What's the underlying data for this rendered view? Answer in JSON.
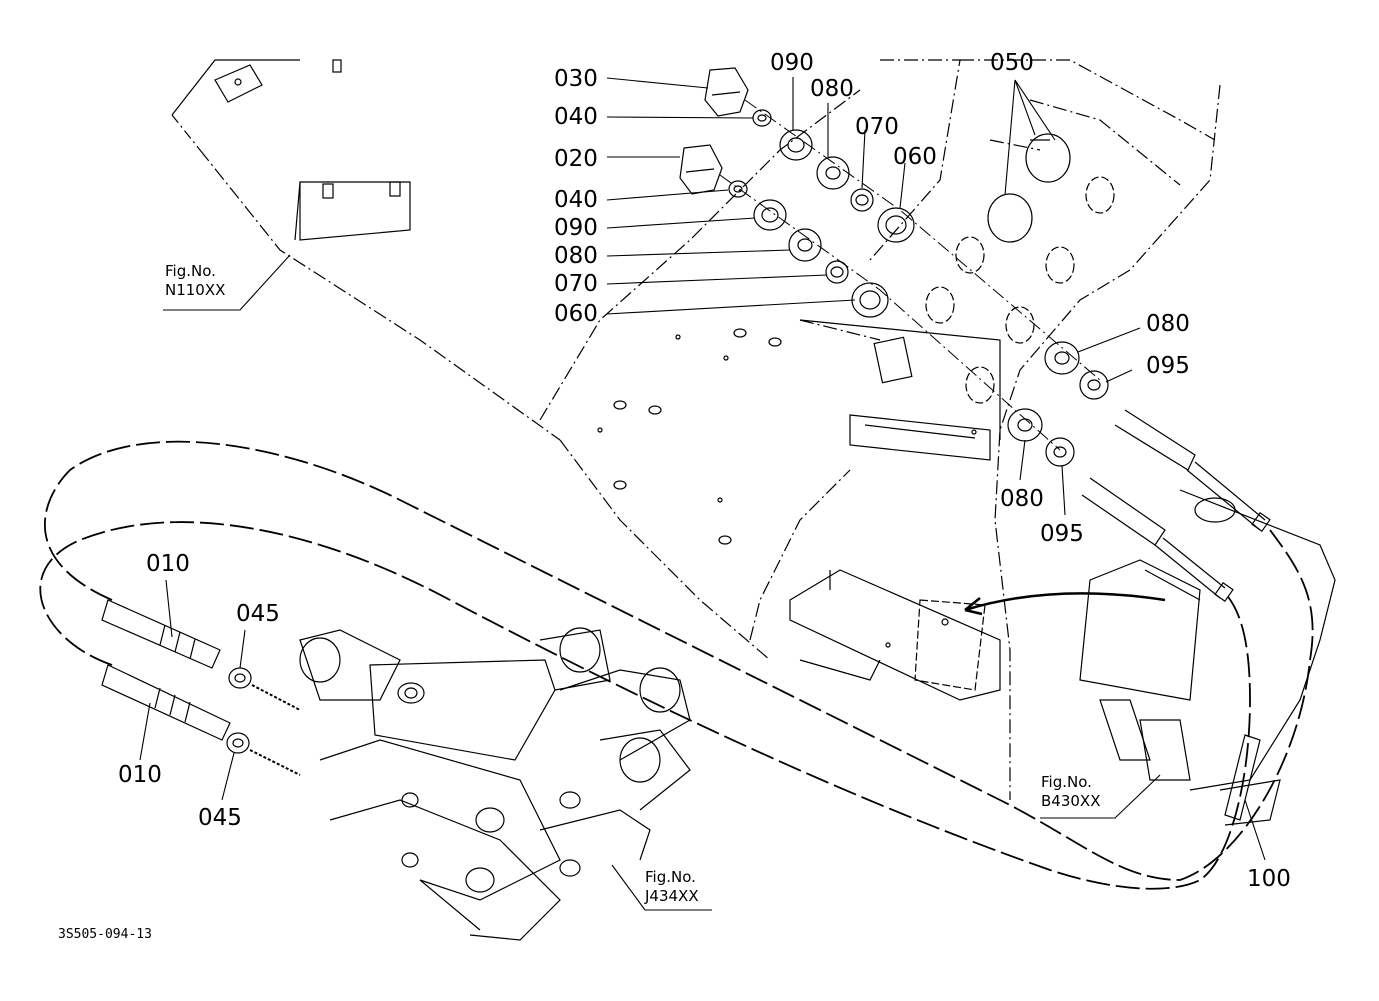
{
  "diagram": {
    "drawing_code": "3S505-094-13",
    "callouts": {
      "c030": "030",
      "c090a": "090",
      "c080a": "080",
      "c070a": "070",
      "c060a": "060",
      "c050": "050",
      "c040a": "040",
      "c020": "020",
      "c040b": "040",
      "c090b": "090",
      "c080b": "080",
      "c070b": "070",
      "c060b": "060",
      "c080c": "080",
      "c095a": "095",
      "c080d": "080",
      "c095b": "095",
      "c010a": "010",
      "c045a": "045",
      "c010b": "010",
      "c045b": "045",
      "c100": "100"
    },
    "figure_refs": {
      "n110": {
        "line1": "Fig.No.",
        "line2": "N110XX"
      },
      "b430": {
        "line1": "Fig.No.",
        "line2": "B430XX"
      },
      "j434": {
        "line1": "Fig.No.",
        "line2": "J434XX"
      }
    }
  }
}
